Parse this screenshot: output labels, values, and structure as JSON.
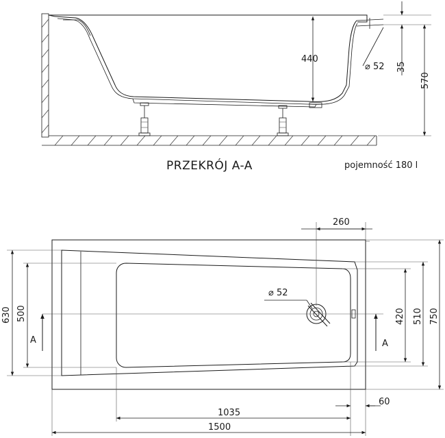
{
  "section_title": "PRZEKRÓJ A-A",
  "capacity": "pojemność 180 l",
  "section_dims": {
    "depth": "440",
    "drain_diameter": "⌀ 52",
    "overflow_offset": "35",
    "total_height": "570"
  },
  "plan_dims": {
    "drain_distance": "260",
    "drain_diameter": "⌀ 52",
    "width_outer": "630",
    "width_inner": "500",
    "inner_left": "420",
    "inner_right": "510",
    "width_total": "750",
    "inner_length": "1035",
    "rim_offset": "60",
    "length_total": "1500"
  },
  "section_marks": {
    "left": "A",
    "right": "A"
  },
  "colors": {
    "line": "#1a1a1a",
    "background": "#ffffff"
  }
}
